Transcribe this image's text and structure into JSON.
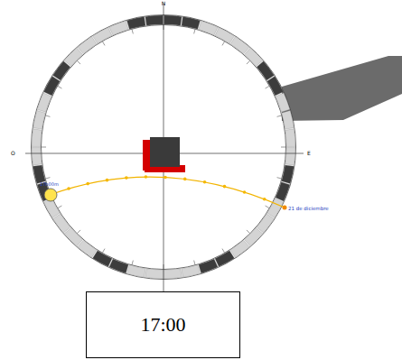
{
  "diagram": {
    "nodes": [
      {
        "text": [
          "17:00"
        ]
      }
    ],
    "labels": [
      "N",
      "O",
      "E",
      "17h00m",
      "21 de diciembre"
    ]
  }
}
